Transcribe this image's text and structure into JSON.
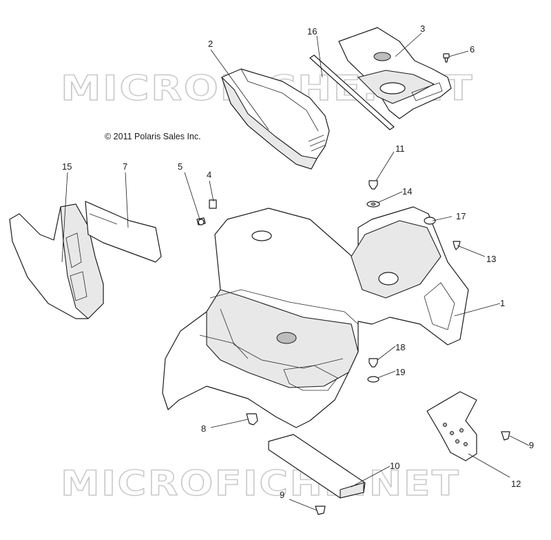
{
  "copyright": "© 2011 Polaris Sales Inc.",
  "watermark": "MICROFICHE.NET",
  "callouts": [
    {
      "num": "1"
    },
    {
      "num": "2"
    },
    {
      "num": "3"
    },
    {
      "num": "4"
    },
    {
      "num": "5"
    },
    {
      "num": "6"
    },
    {
      "num": "7"
    },
    {
      "num": "8"
    },
    {
      "num": "9"
    },
    {
      "num": "9"
    },
    {
      "num": "10"
    },
    {
      "num": "11"
    },
    {
      "num": "12"
    },
    {
      "num": "13"
    },
    {
      "num": "14"
    },
    {
      "num": "15"
    },
    {
      "num": "16"
    },
    {
      "num": "17"
    },
    {
      "num": "18"
    },
    {
      "num": "19"
    }
  ]
}
